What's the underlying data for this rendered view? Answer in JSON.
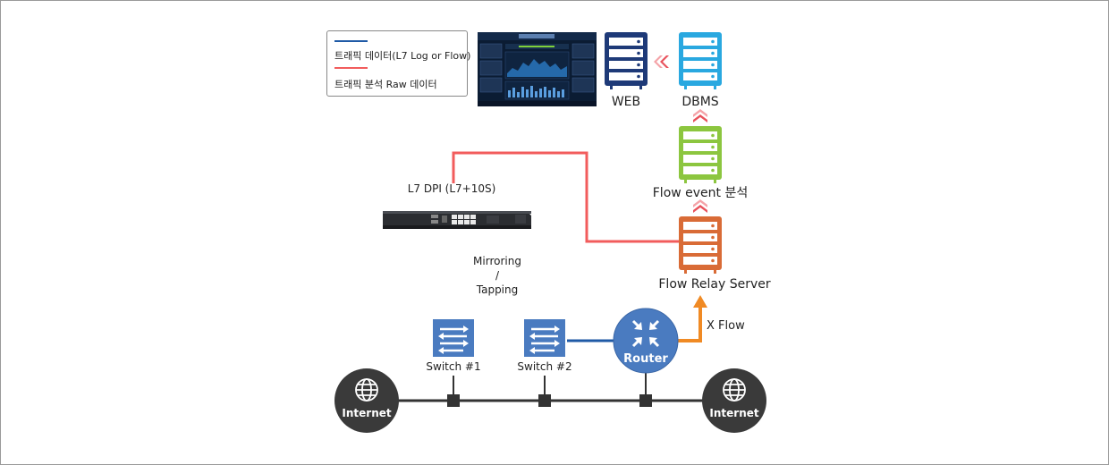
{
  "legend": {
    "items": [
      {
        "label": "트래픽 데이터(L7 Log or Flow)",
        "color": "#1f5aa6"
      },
      {
        "label": "트래픽 분석 Raw 데이터",
        "color": "#f25c5c"
      }
    ]
  },
  "colors": {
    "web_server": "#1e3a78",
    "dbms_server": "#29a8e0",
    "flow_event_server": "#8cc63f",
    "relay_server": "#d96b36",
    "red_line": "#f25c5c",
    "blue_line": "#1f5aa6",
    "orange_arrow": "#f08a24",
    "switch": "#4a7bc0",
    "router": "#4a7bc0",
    "internet": "#3a3a3a"
  },
  "nodes": {
    "web": "WEB",
    "dbms": "DBMS",
    "flow_event": "Flow event 분석",
    "relay": "Flow Relay Server",
    "dpi": "L7 DPI (L7+10S)",
    "mirroring_line1": "Mirroring",
    "mirroring_line2": "/",
    "mirroring_line3": "Tapping",
    "switch1": "Switch #1",
    "switch2": "Switch #2",
    "router": "Router",
    "xflow": "X Flow",
    "internet_left": "Internet",
    "internet_right": "Internet"
  }
}
